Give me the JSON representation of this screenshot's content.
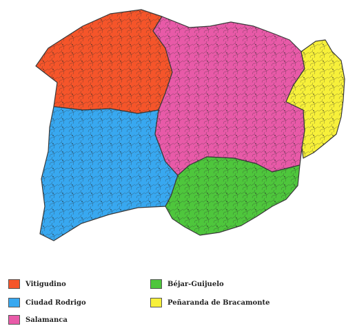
{
  "map": {
    "regions": [
      {
        "name": "Vitigudino",
        "color": "#f5552a"
      },
      {
        "name": "Ciudad Rodrigo",
        "color": "#38a8f0"
      },
      {
        "name": "Salamanca",
        "color": "#e85aa8"
      },
      {
        "name": "Béjar-Guijuelo",
        "color": "#4ec63c"
      },
      {
        "name": "Peñaranda de Bracamonte",
        "color": "#f7f03a"
      }
    ],
    "border_color": "#3a3a3a"
  },
  "legend": {
    "items": [
      {
        "label": "Vitigudino",
        "color": "#f5552a"
      },
      {
        "label": "Ciudad Rodrigo",
        "color": "#38a8f0"
      },
      {
        "label": "Salamanca",
        "color": "#e85aa8"
      },
      {
        "label": "Béjar-Guijuelo",
        "color": "#4ec63c"
      },
      {
        "label": "Peñaranda de Bracamonte",
        "color": "#f7f03a"
      }
    ]
  }
}
